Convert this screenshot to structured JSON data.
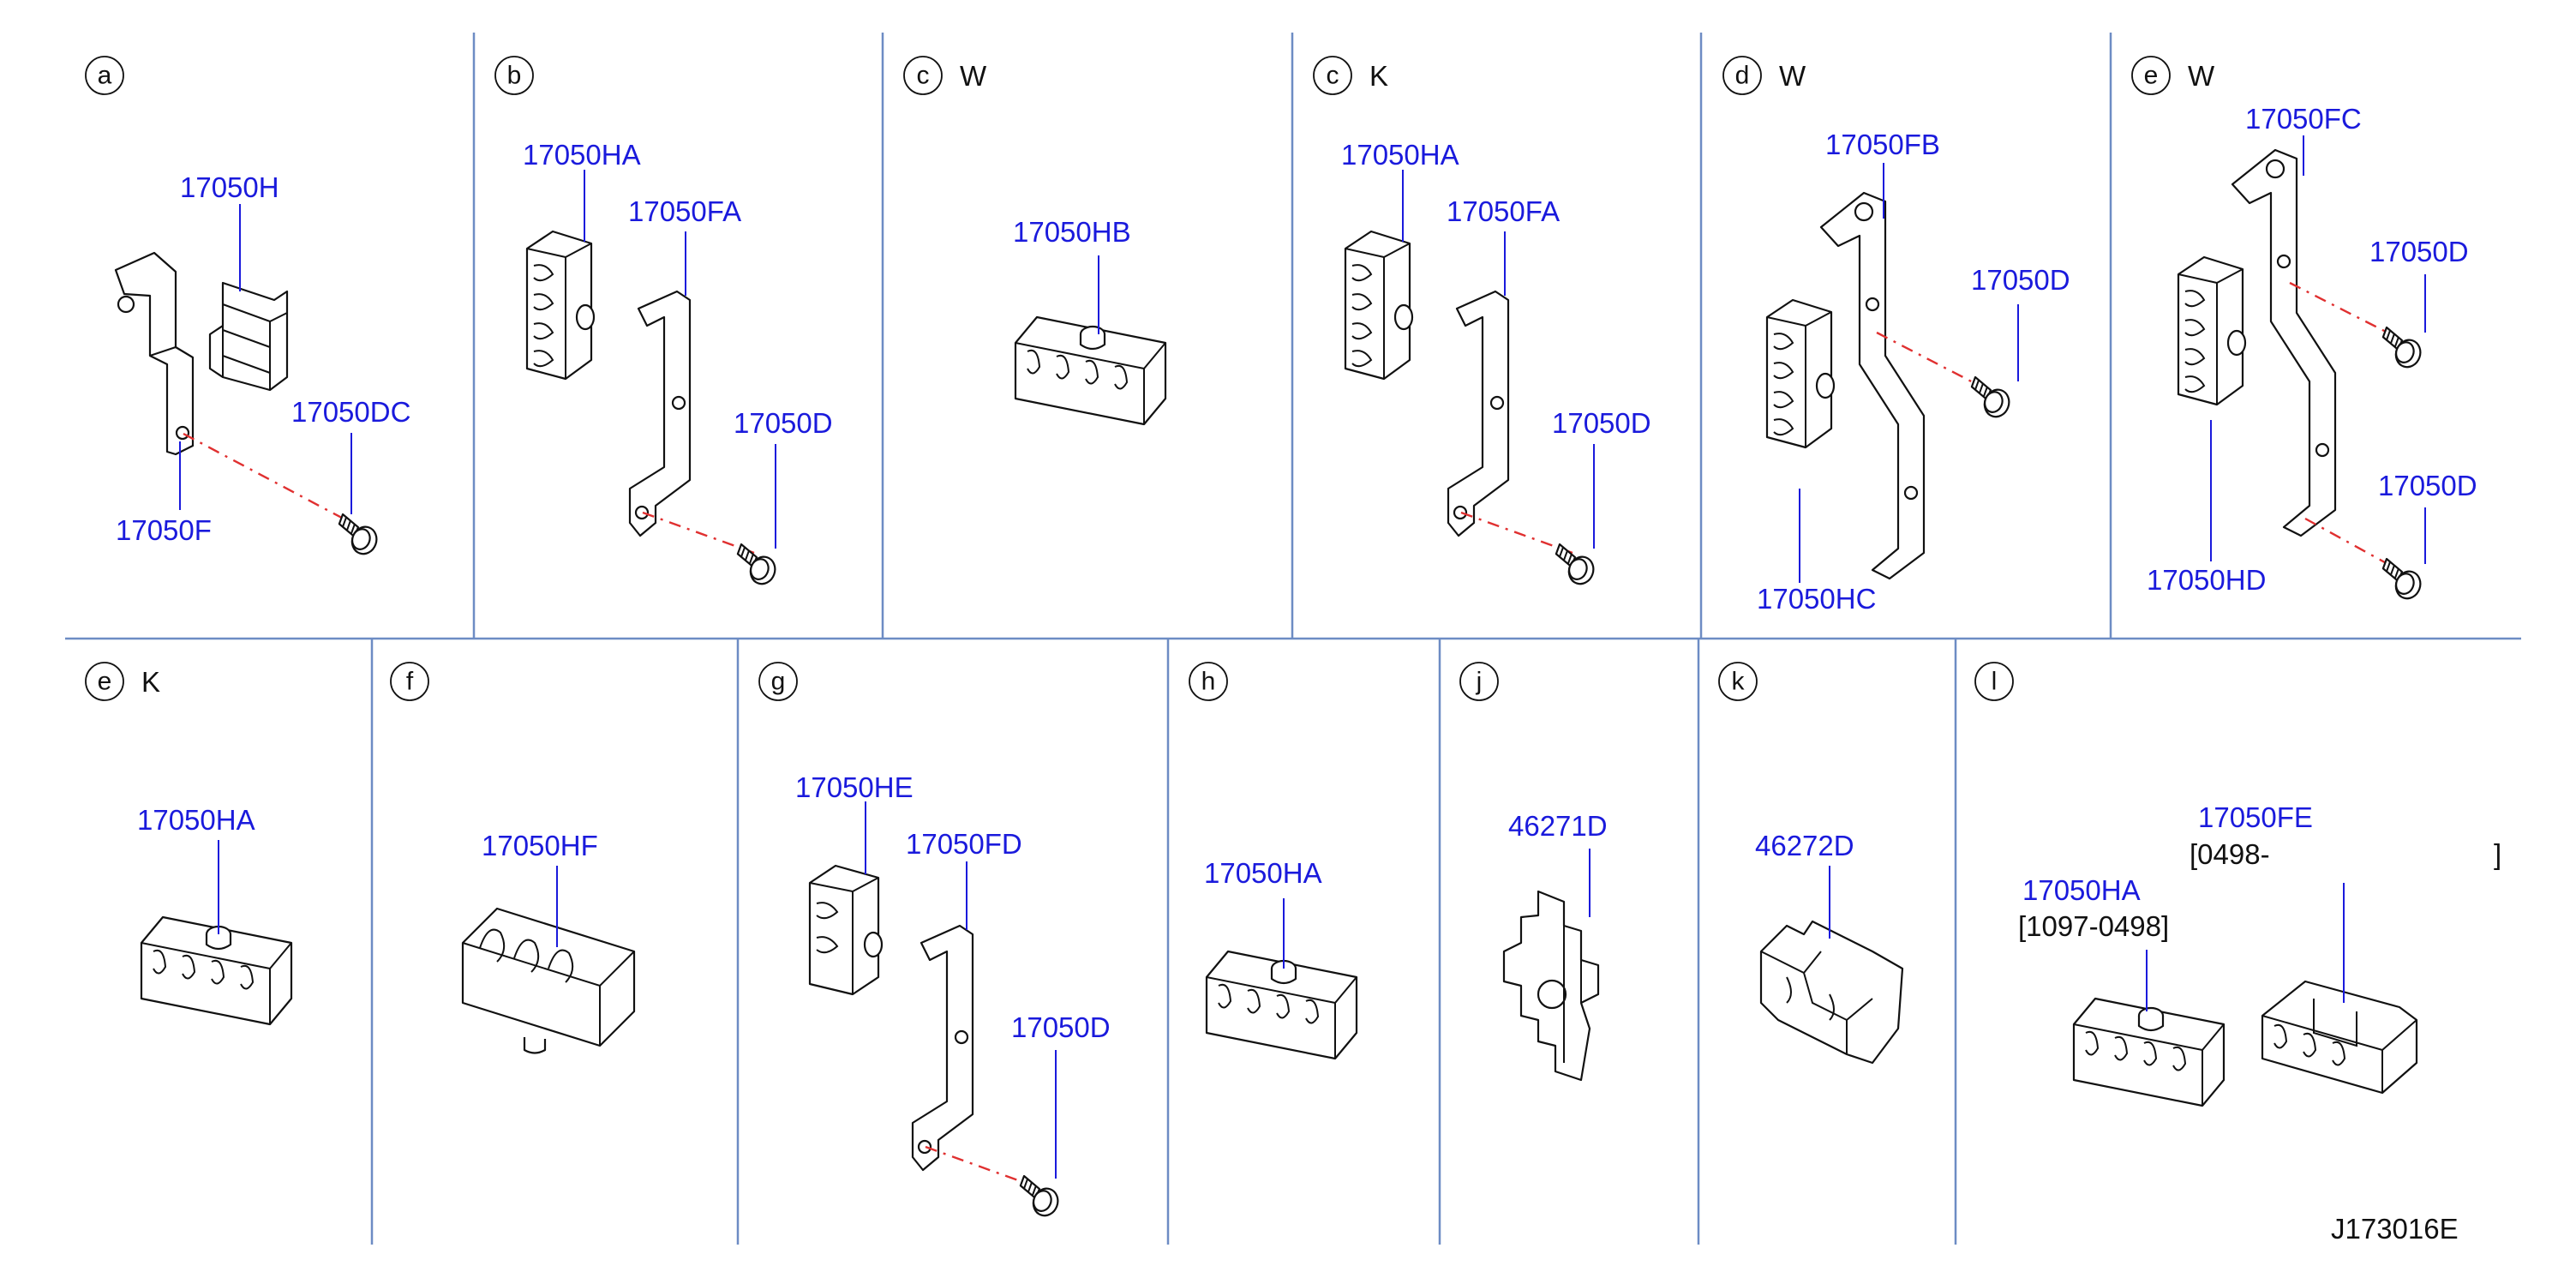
{
  "panels": [
    {
      "letter": "a",
      "variant": "",
      "parts": [
        "17050H",
        "17050DC",
        "17050F"
      ]
    },
    {
      "letter": "b",
      "variant": "",
      "parts": [
        "17050HA",
        "17050FA",
        "17050D"
      ]
    },
    {
      "letter": "c",
      "variant": "W",
      "parts": [
        "17050HB"
      ]
    },
    {
      "letter": "c",
      "variant": "K",
      "parts": [
        "17050HA",
        "17050FA",
        "17050D"
      ]
    },
    {
      "letter": "d",
      "variant": "W",
      "parts": [
        "17050FB",
        "17050D",
        "17050HC"
      ]
    },
    {
      "letter": "e",
      "variant": "W",
      "parts": [
        "17050FC",
        "17050D",
        "17050D",
        "17050HD"
      ]
    },
    {
      "letter": "e",
      "variant": "K",
      "parts": [
        "17050HA"
      ]
    },
    {
      "letter": "f",
      "variant": "",
      "parts": [
        "17050HF"
      ]
    },
    {
      "letter": "g",
      "variant": "",
      "parts": [
        "17050HE",
        "17050FD",
        "17050D"
      ]
    },
    {
      "letter": "h",
      "variant": "",
      "parts": [
        "17050HA"
      ]
    },
    {
      "letter": "j",
      "variant": "",
      "parts": [
        "46271D"
      ]
    },
    {
      "letter": "k",
      "variant": "",
      "parts": [
        "46272D"
      ]
    },
    {
      "letter": "l",
      "variant": "",
      "parts": [
        "17050FE",
        "17050HA"
      ],
      "notes": [
        "[0498-",
        "]",
        "[1097-0498]"
      ]
    }
  ],
  "diagram_code": "J173016E"
}
